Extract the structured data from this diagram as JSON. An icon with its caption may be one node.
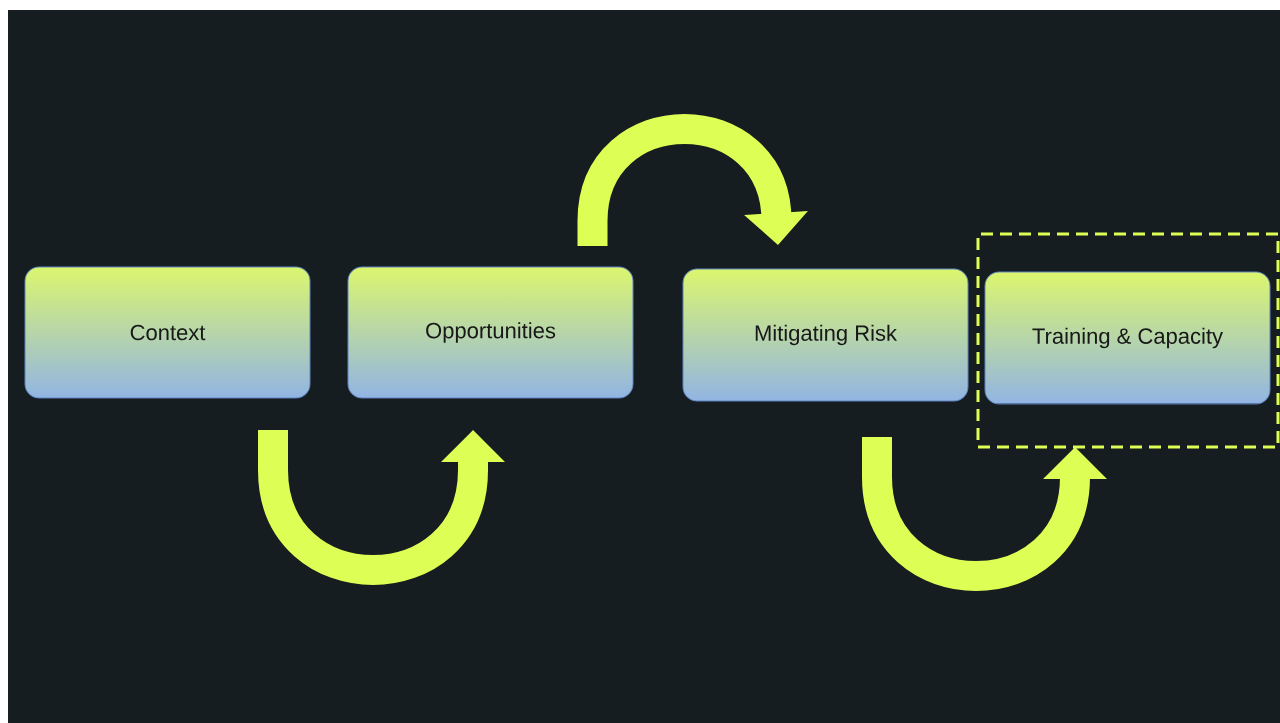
{
  "diagram": {
    "nodes": [
      {
        "text": [
          "Context"
        ]
      },
      {
        "text": [
          "Opportunities"
        ]
      },
      {
        "text": [
          "Mitigating Risk"
        ]
      },
      {
        "text": [],
        "shape": "box"
      },
      {
        "text": [
          "Training & Capacity"
        ],
        "in": 3
      }
    ],
    "edges": [
      {
        "from": 0,
        "to": 1,
        "arrow": "to"
      },
      {
        "from": 1,
        "to": 2,
        "arrow": "to"
      },
      {
        "from": 2,
        "to": 3,
        "arrow": "to"
      }
    ]
  }
}
